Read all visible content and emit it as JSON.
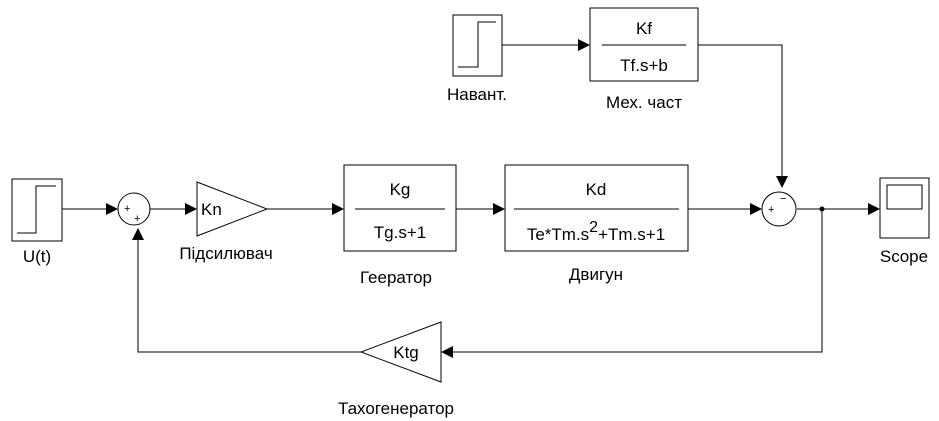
{
  "blocks": {
    "step_load": {
      "label": "Навант."
    },
    "mech": {
      "label": "Мех. част",
      "numerator": "Kf",
      "denominator": "Tf.s+b"
    },
    "step_input": {
      "label": "U(t)"
    },
    "sum1": {
      "signs": [
        "+",
        "+"
      ]
    },
    "amplifier": {
      "label": "Підсилювач",
      "gain": "Kn"
    },
    "generator": {
      "label": "Геератор",
      "numerator": "Kg",
      "denominator": "Tg.s+1"
    },
    "motor": {
      "label": "Двигун",
      "numerator": "Kd",
      "den_part1": "Te*Tm.s",
      "den_exp": "2",
      "den_part2": "+Tm.s+1"
    },
    "sum2": {
      "signs": [
        "+",
        "−"
      ]
    },
    "scope": {
      "label": "Scope"
    },
    "tacho": {
      "label": "Тахогенератор",
      "gain": "Ktg"
    }
  }
}
